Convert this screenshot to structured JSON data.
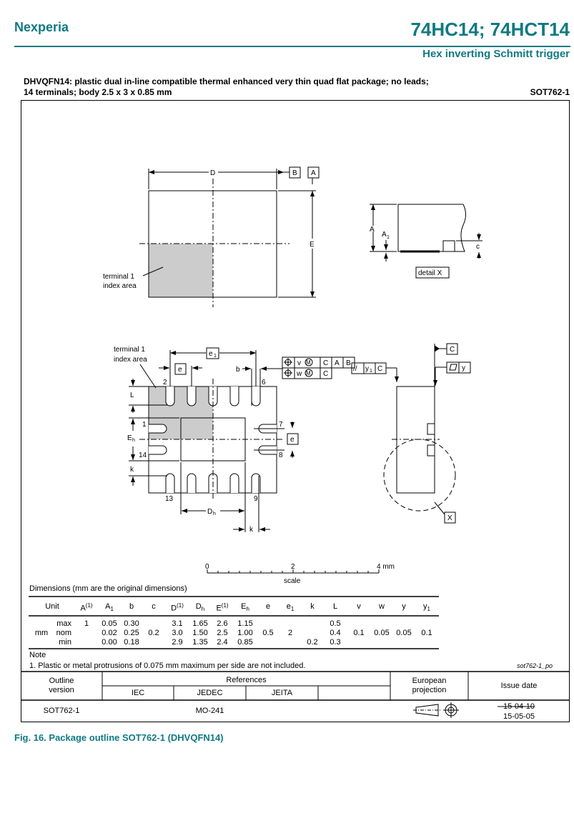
{
  "header": {
    "brand": "Nexperia",
    "title": "74HC14; 74HCT14",
    "subtitle": "Hex inverting Schmitt trigger"
  },
  "package": {
    "line1": "DHVQFN14: plastic dual in-line compatible thermal enhanced very thin quad flat package; no leads;",
    "line2": "14 terminals; body 2.5 x 3 x 0.85 mm",
    "code": "SOT762-1"
  },
  "drawing": {
    "top": {
      "D": "D",
      "E": "E",
      "B": "B",
      "A": "A",
      "idx1": "terminal 1",
      "idx2": "index area"
    },
    "detail": {
      "A": "A",
      "A1": "A",
      "A1sub": "1",
      "c": "c",
      "label": "detail X"
    },
    "bottom": {
      "idx1": "terminal 1",
      "idx2": "index area",
      "e1": "e",
      "e1sub": "1",
      "e": "e",
      "b": "b",
      "L": "L",
      "Eh": "E",
      "Ehsub": "h",
      "k": "k",
      "Dh": "D",
      "Dhsub": "h",
      "k2": "k",
      "pins": [
        "2",
        "6",
        "1",
        "14",
        "7",
        "8",
        "13",
        "9"
      ],
      "fcf1": [
        "v",
        "M",
        "C",
        "A",
        "B"
      ],
      "fcf2": [
        "w",
        "M",
        "C"
      ]
    },
    "side": {
      "C": "C",
      "y1": "y",
      "y1sub": "1",
      "Cref": "C",
      "y": "y",
      "X": "X"
    },
    "scale": {
      "ticks": [
        "0",
        "2",
        "4 mm"
      ],
      "label": "scale"
    }
  },
  "dimensions": {
    "caption": "Dimensions (mm are the original dimensions)",
    "headers": [
      "Unit",
      "A",
      "A",
      "b",
      "c",
      "D",
      "D",
      "E",
      "E",
      "e",
      "e",
      "k",
      "L",
      "v",
      "w",
      "y",
      "y"
    ],
    "header_subs": [
      "",
      "(1)",
      "1",
      "",
      "",
      "(1)",
      "h",
      "(1)",
      "h",
      "",
      "1",
      "",
      "",
      "",
      "",
      "",
      "1"
    ],
    "unit": "mm",
    "rows": [
      {
        "label": "max",
        "values": [
          "1",
          "0.05",
          "0.30",
          "",
          "3.1",
          "1.65",
          "2.6",
          "1.15",
          "",
          "",
          "",
          "0.5",
          "",
          "",
          "",
          ""
        ]
      },
      {
        "label": "nom",
        "values": [
          "",
          "0.02",
          "0.25",
          "0.2",
          "3.0",
          "1.50",
          "2.5",
          "1.00",
          "0.5",
          "2",
          "",
          "0.4",
          "0.1",
          "0.05",
          "0.05",
          "0.1"
        ]
      },
      {
        "label": "min",
        "values": [
          "",
          "0.00",
          "0.18",
          "",
          "2.9",
          "1.35",
          "2.4",
          "0.85",
          "",
          "",
          "0.2",
          "0.3",
          "",
          "",
          "",
          ""
        ]
      }
    ],
    "note_title": "Note",
    "note1": "1. Plastic or metal protrusions of 0.075 mm maximum per side are not included.",
    "drawing_id": "sot762-1_po"
  },
  "outline": {
    "h_outline1": "Outline",
    "h_outline2": "version",
    "h_refs": "References",
    "h_iec": "IEC",
    "h_jedec": "JEDEC",
    "h_jeita": "JEITA",
    "h_proj1": "European",
    "h_proj2": "projection",
    "h_issue": "Issue date",
    "version": "SOT762-1",
    "iec": "",
    "jedec": "MO-241",
    "jeita": "",
    "issue_old": "15-04-10",
    "issue_new": "15-05-05"
  },
  "caption": "Fig. 16.  Package outline SOT762-1 (DHVQFN14)"
}
